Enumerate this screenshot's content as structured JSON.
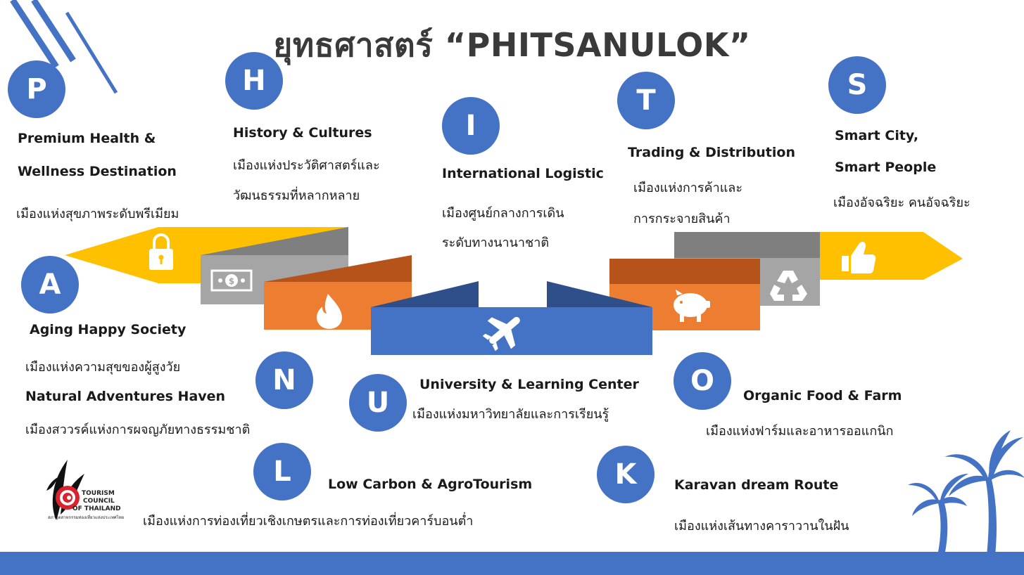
{
  "title": "ยุทธศาสตร์ “PHITSANULOK”",
  "items": {
    "p": {
      "letter": "P",
      "en1": "Premium Health &",
      "en2": "Wellness Destination",
      "th": "เมืองแห่งสุขภาพระดับพรีเมียม"
    },
    "h": {
      "letter": "H",
      "en": "History & Cultures",
      "th1": "เมืองแห่งประวัติศาสตร์และ",
      "th2": "วัฒนธรรมที่หลากหลาย"
    },
    "i": {
      "letter": "I",
      "en": "International Logistic",
      "th1": "เมืองศูนย์กลางการเดิน",
      "th2": "ระดับทางนานาชาติ"
    },
    "t": {
      "letter": "T",
      "en": "Trading & Distribution",
      "th1": "เมืองแห่งการค้าและ",
      "th2": "การกระจายสินค้า"
    },
    "s": {
      "letter": "S",
      "en1": "Smart City,",
      "en2": "Smart People",
      "th": "เมืองอัจฉริยะ คนอัจฉริยะ"
    },
    "a": {
      "letter": "A",
      "en": "Aging Happy Society",
      "th": "เมืองแห่งความสุขของผู้สูงวัย"
    },
    "n": {
      "letter": "N",
      "en": "Natural Adventures Haven",
      "th": "เมืองสววรค์แห่งการผจญภัยทางธรรมชาติ"
    },
    "u": {
      "letter": "U",
      "en": "University & Learning Center",
      "th": "เมืองแห่งมหาวิทยาลัยและการเรียนรู้"
    },
    "o": {
      "letter": "O",
      "en": "Organic Food & Farm",
      "th": "เมืองแห่งฟาร์มและอาหารออแกนิก"
    },
    "l": {
      "letter": "L",
      "en": "Low Carbon & AgroTourism",
      "th": "เมืองแห่งการท่องเที่ยวเชิงเกษตรและการท่องเที่ยวคาร์บอนต่ำ"
    },
    "k": {
      "letter": "K",
      "en": "Karavan dream Route",
      "th": "เมืองแห่งเส้นทางคาราวานในฝัน"
    }
  },
  "logo": {
    "line1": "TOURISM",
    "line2": "COUNCIL",
    "line3": "OF THAILAND",
    "line4": "สภาอุตสาหกรรมท่องเที่ยวแห่งประเทศไทย"
  },
  "colors": {
    "blue": "#4472c4",
    "yellow": "#ffc000",
    "gray": "#a5a5a5",
    "orange": "#ed7d31"
  },
  "icons": [
    "lock-icon",
    "money-icon",
    "fire-icon",
    "airplane-icon",
    "piggy-bank-icon",
    "recycle-icon",
    "thumbs-up-icon",
    "palm-tree-icon"
  ]
}
